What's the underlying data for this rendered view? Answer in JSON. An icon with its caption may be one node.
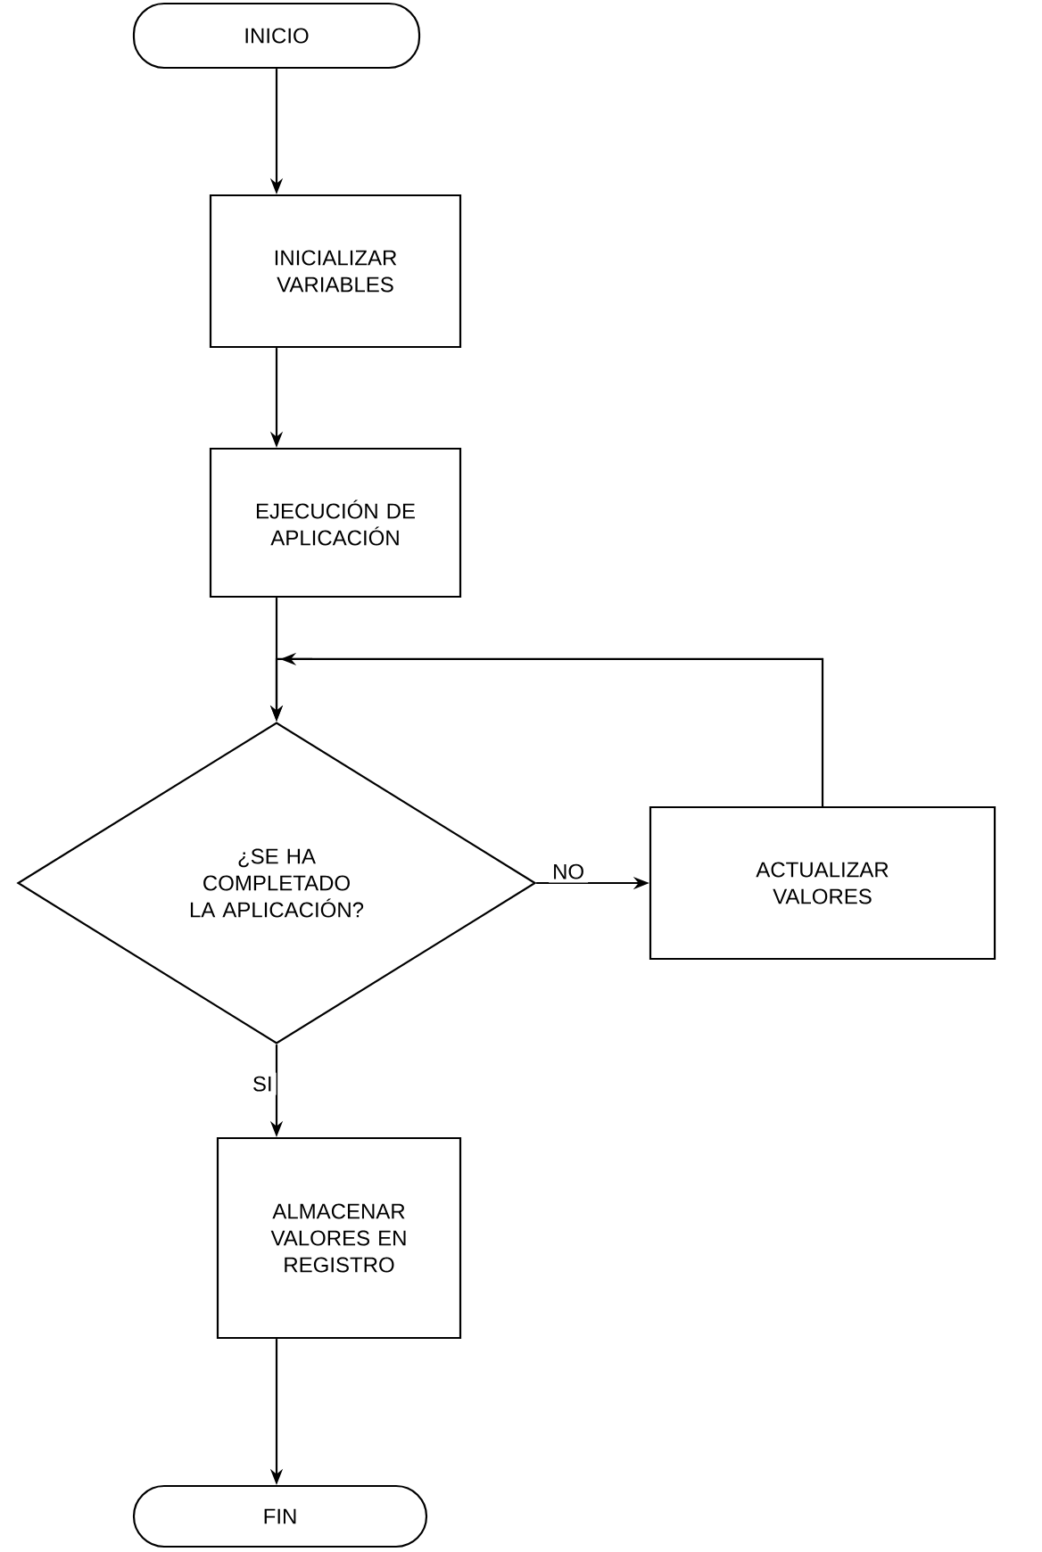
{
  "diagram": {
    "nodes": [
      {
        "text": [
          "INICIO"
        ]
      },
      {
        "text": [
          "INICIALIZAR VARIABLES"
        ]
      },
      {
        "text": [
          "EJECUCIÓN DE APLICACIÓN"
        ]
      },
      {
        "text": [
          "¿SE HA COMPLETADO LA APLICACIÓN?"
        ]
      },
      {
        "text": [
          "ACTUALIZAR VALORES"
        ]
      },
      {
        "text": [
          "ALMACENAR VALORES EN REGISTRO"
        ]
      },
      {
        "text": [
          "FIN"
        ]
      }
    ],
    "edges": [
      {
        "from": 0,
        "to": 1,
        "arrow": "to"
      },
      {
        "from": 1,
        "to": 2,
        "arrow": "to"
      },
      {
        "from": 2,
        "to": 3,
        "arrow": "to"
      },
      {
        "from": 3,
        "to": 4,
        "arrow": "to",
        "label": "NO"
      },
      {
        "from": 4,
        "to": 3,
        "arrow": "to"
      },
      {
        "from": 3,
        "to": 5,
        "arrow": "to",
        "label": "SI"
      },
      {
        "from": 5,
        "to": 6,
        "arrow": "to"
      }
    ]
  }
}
